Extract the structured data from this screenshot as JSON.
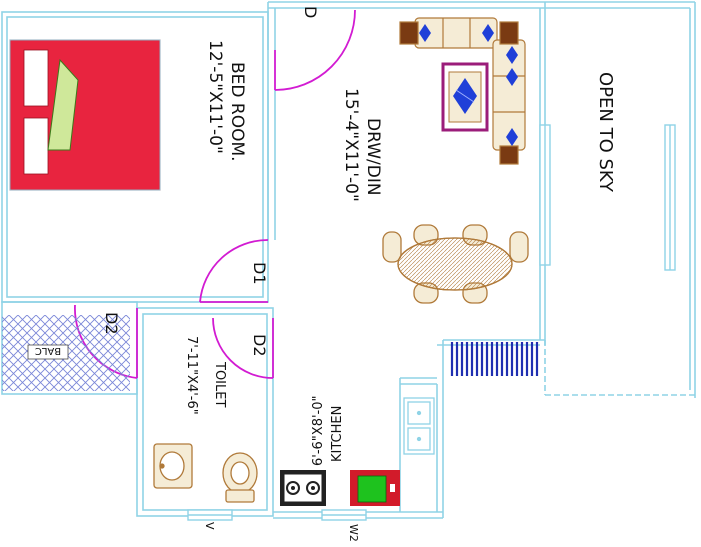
{
  "colors": {
    "wall": "#8fd3e6",
    "door_arc": "#d21bd2",
    "bed_fill": "#e8243f",
    "pillow": "#ffffff",
    "sheet": "#cfe89a",
    "furniture": "#b07a3a",
    "furniture_fill": "#f5ecd6",
    "sofa_accent": "#1f3fd8",
    "tv_frame": "#9b1d7a",
    "balcony_hatch": "#7a86d8",
    "stair": "#1f2fb0",
    "stove": "#222222",
    "fridge_fill": "#1ec21e",
    "fridge_frame": "#d21b2a",
    "label": "#111111"
  },
  "rooms": {
    "bedroom": {
      "dim": "12'-5\"X11'-0\"",
      "name": "BED ROOM."
    },
    "drawing": {
      "name": "DRW/DIN",
      "dim": "15'-4\"X11'-0\""
    },
    "open_to_sky": {
      "name": "OPEN TO SKY"
    },
    "toilet": {
      "name": "TOILET",
      "dim": "7'-11\"X4'-6\""
    },
    "kitchen": {
      "name": "KITCHEN",
      "dim": "6'-6\"X8'-0\""
    },
    "balcony": {
      "name": "BALC"
    }
  },
  "doors": {
    "d_top": "D",
    "d1": "D1",
    "d2_balcony": "D2",
    "d2_toilet": "D2"
  },
  "windows": {
    "v": "V",
    "w2": "W2"
  },
  "icons": {
    "bed": "bed-icon",
    "sofa": "sofa-set-icon",
    "tv": "tv-unit-icon",
    "dining": "dining-table-icon",
    "stove": "stove-icon",
    "fridge": "fridge-icon",
    "wash_basin": "wash-basin-icon",
    "wc": "wc-icon",
    "sink": "kitchen-sink-icon",
    "stair": "staircase-icon"
  }
}
